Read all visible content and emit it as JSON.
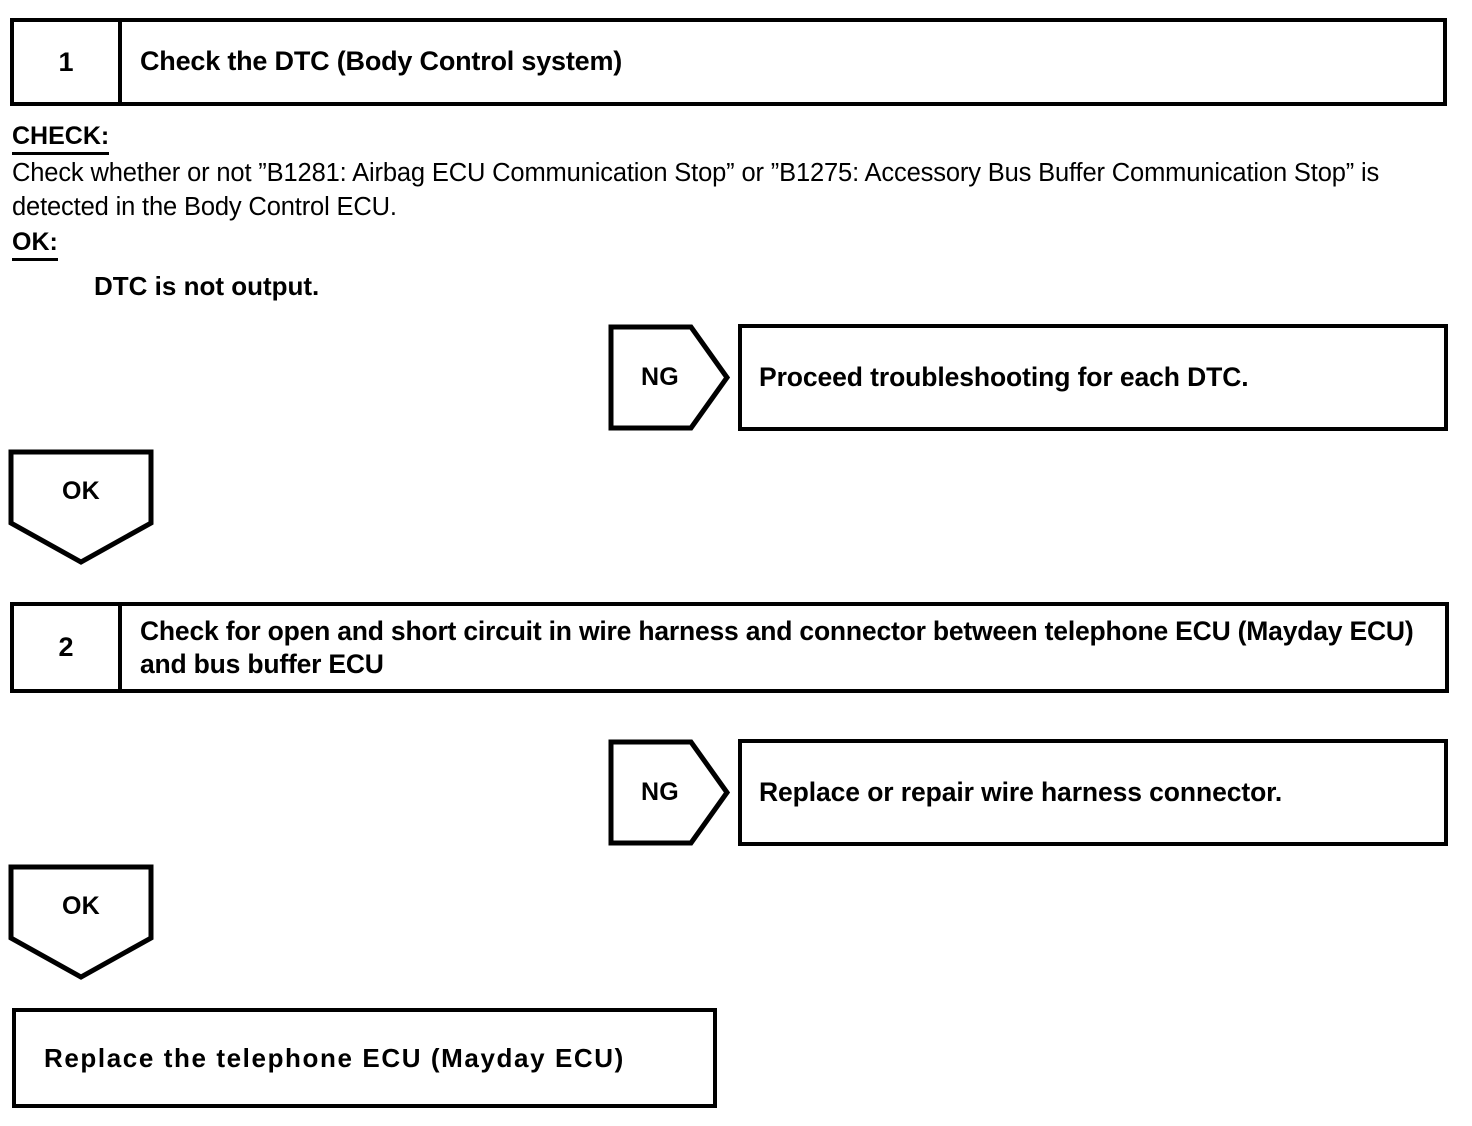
{
  "document": {
    "type": "troubleshooting-flowchart",
    "title": "Body Control / Telephone ECU diagnostic procedure"
  },
  "steps": [
    {
      "number": "1",
      "title": "Check the DTC (Body Control system)",
      "check_label": "CHECK:",
      "check_text": "Check whether or not ”B1281: Airbag ECU Communication Stop” or ”B1275: Accessory Bus Buffer Communication Stop” is detected in the Body Control ECU.",
      "ok_label": "OK:",
      "ok_value": "DTC is not output.",
      "ng_branch": {
        "marker": "NG",
        "action": "Proceed troubleshooting for each DTC."
      },
      "ok_branch": {
        "marker": "OK"
      }
    },
    {
      "number": "2",
      "title": "Check for open and short circuit in wire harness and connector between telephone ECU (Mayday ECU) and bus buffer ECU",
      "ng_branch": {
        "marker": "NG",
        "action": "Replace or repair wire harness connector."
      },
      "ok_branch": {
        "marker": "OK"
      }
    }
  ],
  "final_result": {
    "text": "Replace the telephone ECU (Mayday ECU)"
  },
  "colors": {
    "ink": "#000000",
    "paper": "#ffffff"
  }
}
